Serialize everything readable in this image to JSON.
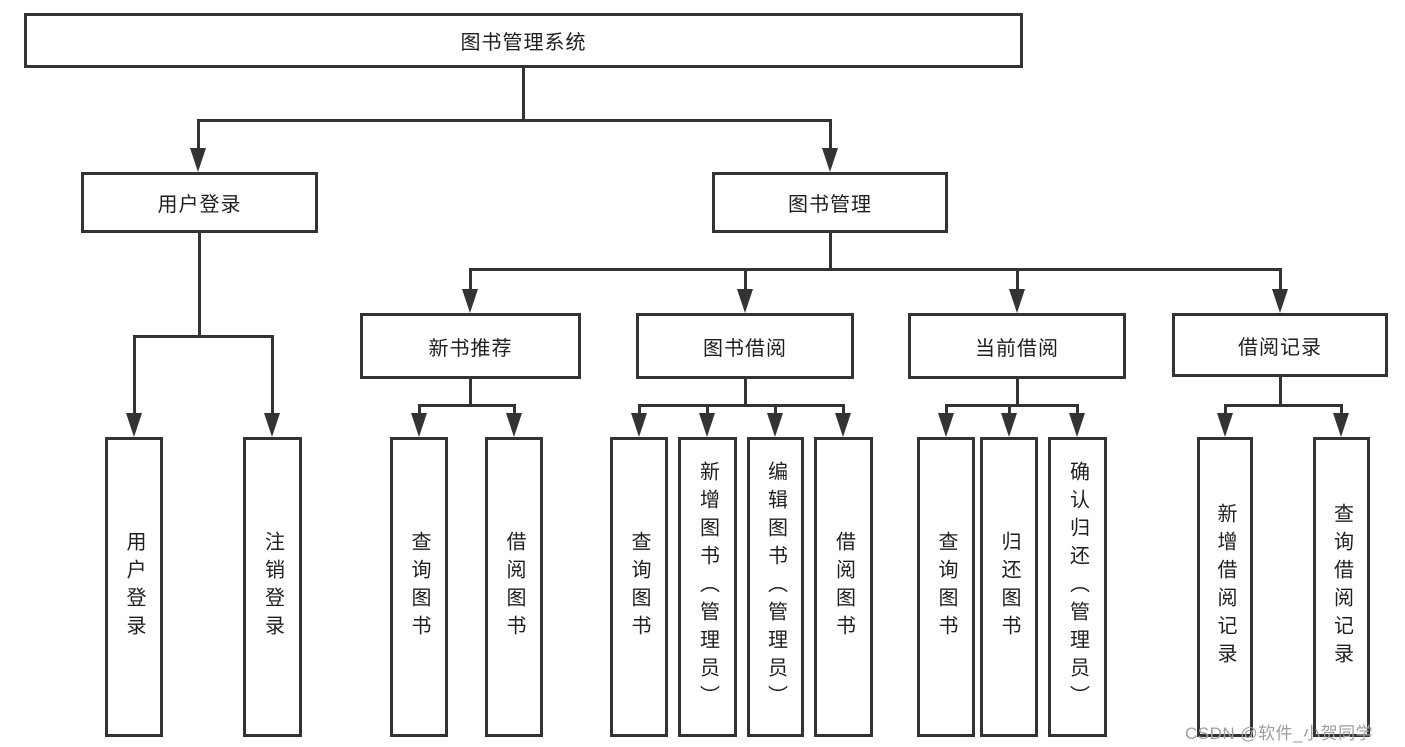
{
  "nodes": {
    "root": "图书管理系统",
    "user_branch": "用户登录",
    "book_branch": "图书管理",
    "module_newbook": "新书推荐",
    "module_borrow": "图书借阅",
    "module_current": "当前借阅",
    "module_records": "借阅记录",
    "leaf_user_login": "用户登录",
    "leaf_user_logout": "注销登录",
    "leaf_newbook_query": "查询图书",
    "leaf_newbook_borrow": "借阅图书",
    "leaf_borrow_query": "查询图书",
    "leaf_borrow_add": "新增图书（管理员）",
    "leaf_borrow_edit": "编辑图书（管理员）",
    "leaf_borrow_lend": "借阅图书",
    "leaf_current_query": "查询图书",
    "leaf_current_return": "归还图书",
    "leaf_current_confirm": "确认归还（管理员）",
    "leaf_records_add": "新增借阅记录",
    "leaf_records_query": "查询借阅记录"
  },
  "watermark": "CSDN @软件_小贺同学",
  "colors": {
    "line": "#333333",
    "text": "#1f1f1f",
    "watermark": "#9e9e9e",
    "background": "#ffffff"
  }
}
